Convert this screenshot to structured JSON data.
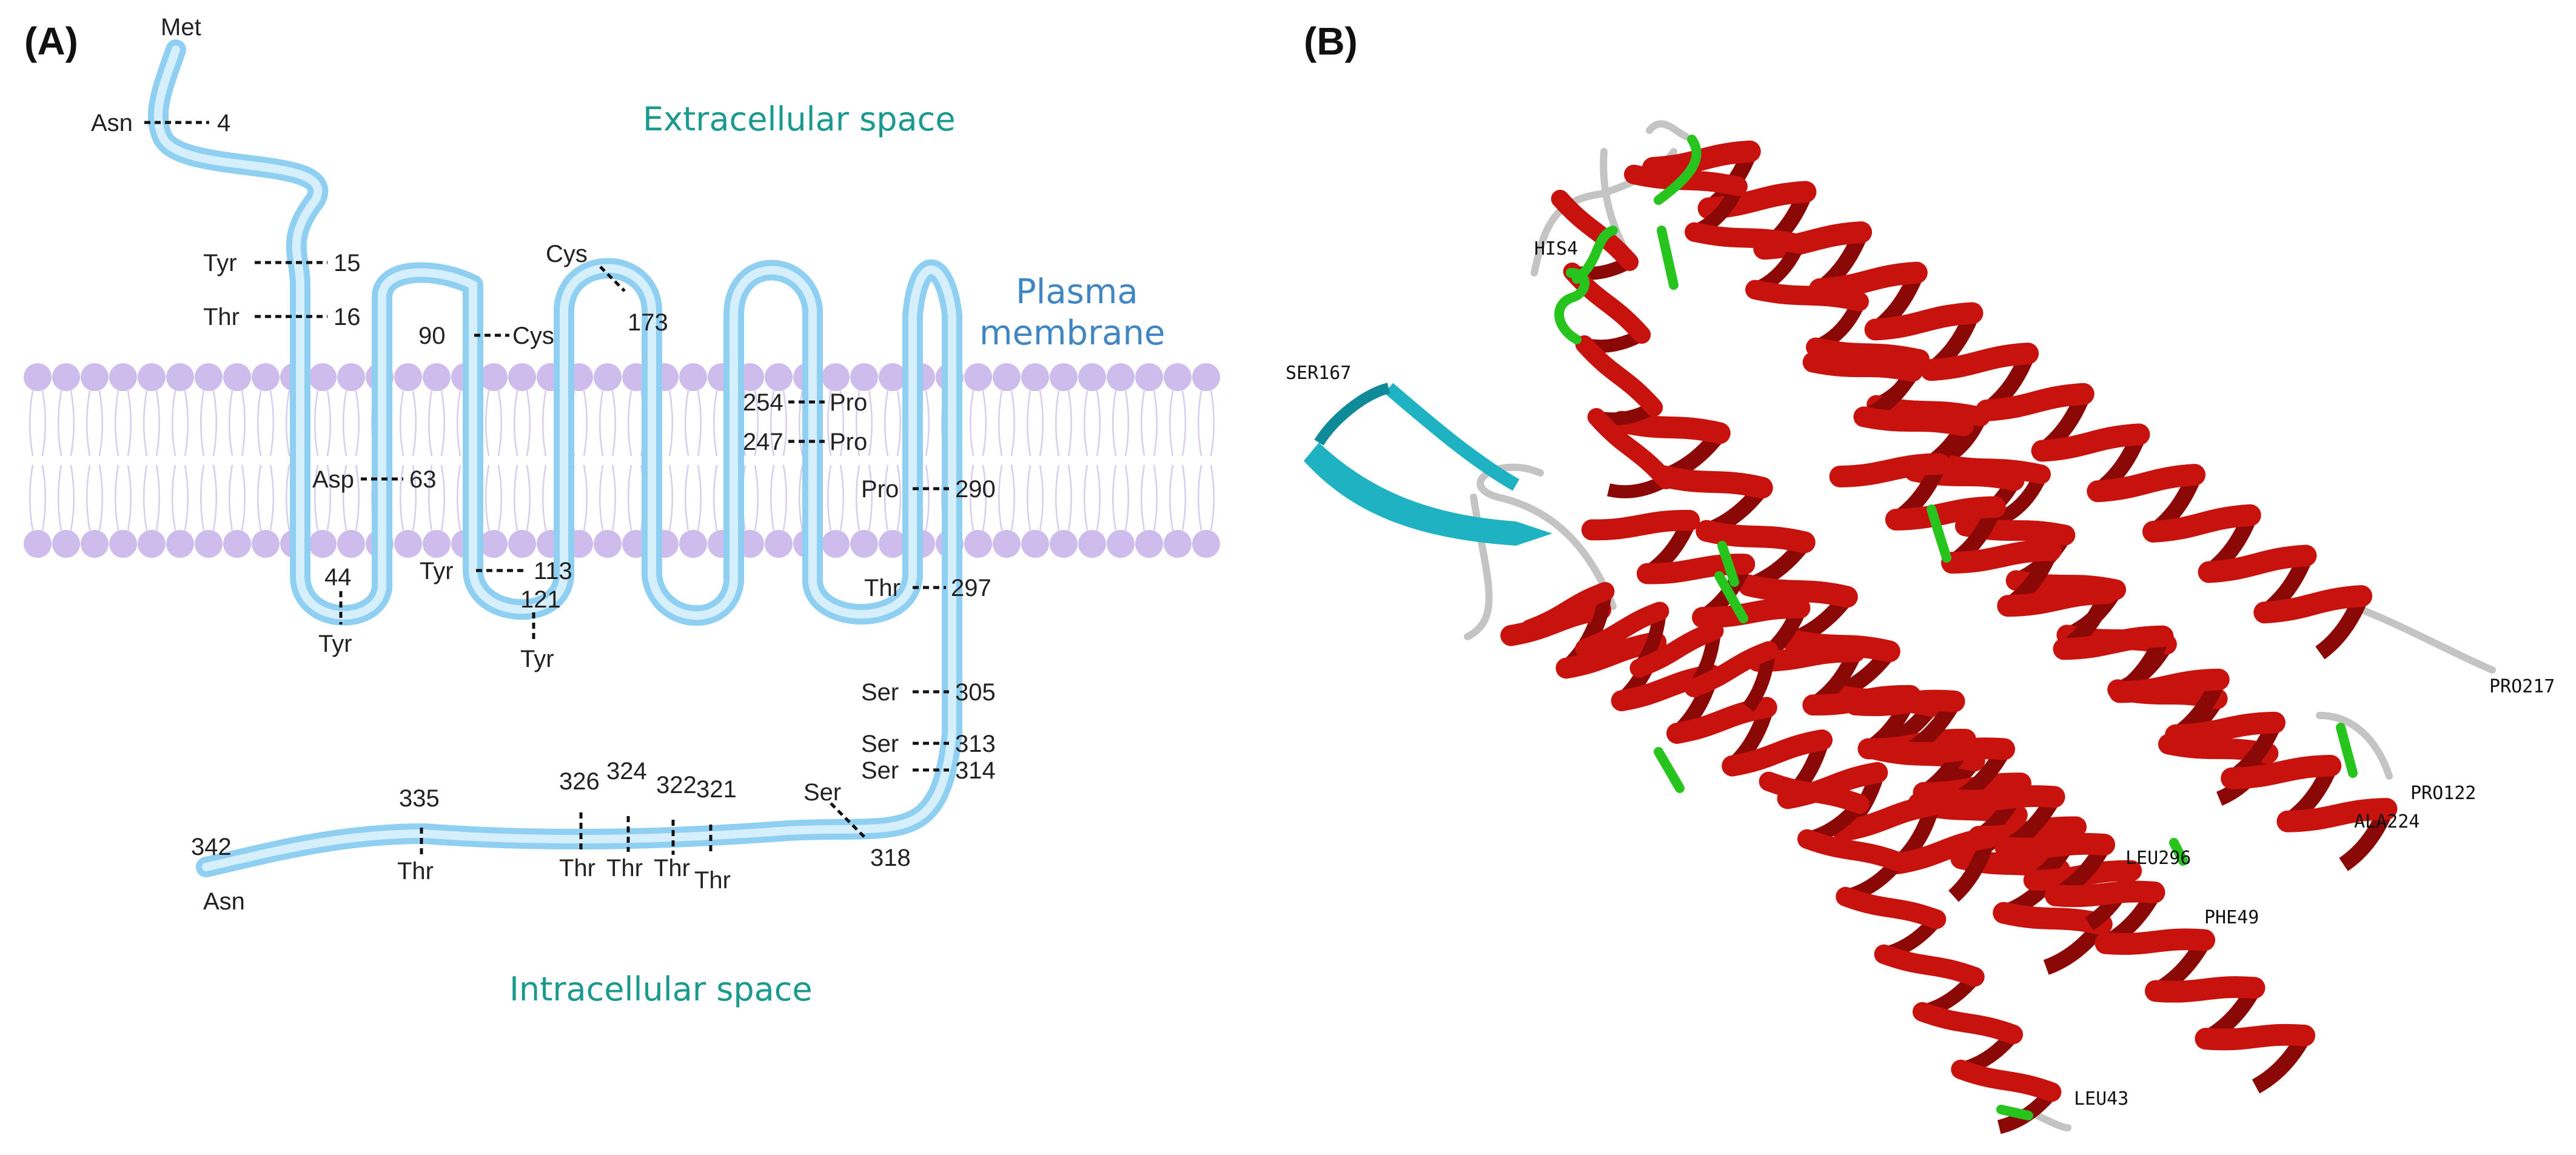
{
  "panels": [
    {
      "label": "(A)"
    },
    {
      "label": "(B)"
    }
  ],
  "topology": {
    "extracellular_label": "Extracellular space",
    "intracellular_label": "Intracellular space",
    "membrane_label_line1": "Plasma",
    "membrane_label_line2": "membrane",
    "n_terminus": "Met",
    "residues": [
      {
        "aa": "Asn",
        "pos": "4"
      },
      {
        "aa": "Tyr",
        "pos": "15"
      },
      {
        "aa": "Thr",
        "pos": "16"
      },
      {
        "aa": "Tyr",
        "pos": "44"
      },
      {
        "aa": "Asp",
        "pos": "63"
      },
      {
        "aa": "Cys",
        "pos": "90"
      },
      {
        "aa": "Tyr",
        "pos": "113"
      },
      {
        "aa": "Tyr",
        "pos": "121"
      },
      {
        "aa": "Cys",
        "pos": "173"
      },
      {
        "aa": "Pro",
        "pos": "254"
      },
      {
        "aa": "Pro",
        "pos": "247"
      },
      {
        "aa": "Pro",
        "pos": "290"
      },
      {
        "aa": "Thr",
        "pos": "297"
      },
      {
        "aa": "Ser",
        "pos": "305"
      },
      {
        "aa": "Ser",
        "pos": "313"
      },
      {
        "aa": "Ser",
        "pos": "314"
      },
      {
        "aa": "Ser",
        "pos": "318"
      },
      {
        "aa": "Thr",
        "pos": "321"
      },
      {
        "aa": "Thr",
        "pos": "322"
      },
      {
        "aa": "Thr",
        "pos": "324"
      },
      {
        "aa": "Thr",
        "pos": "326"
      },
      {
        "aa": "Thr",
        "pos": "335"
      },
      {
        "aa": "Asn",
        "pos": "342"
      }
    ]
  },
  "structure": {
    "labels": [
      "HIS4",
      "SER167",
      "PRO217",
      "PRO122",
      "ALA224",
      "LEU296",
      "PHE49",
      "LEU43"
    ]
  },
  "colors": {
    "helix": "#c8120e",
    "helix_dark": "#8a0805",
    "strand": "#1fb2c3",
    "coil": "#c4c4c4",
    "highlight": "#27c41e",
    "tube": "#9fd6f3",
    "lipid_head": "#cdbcec"
  }
}
